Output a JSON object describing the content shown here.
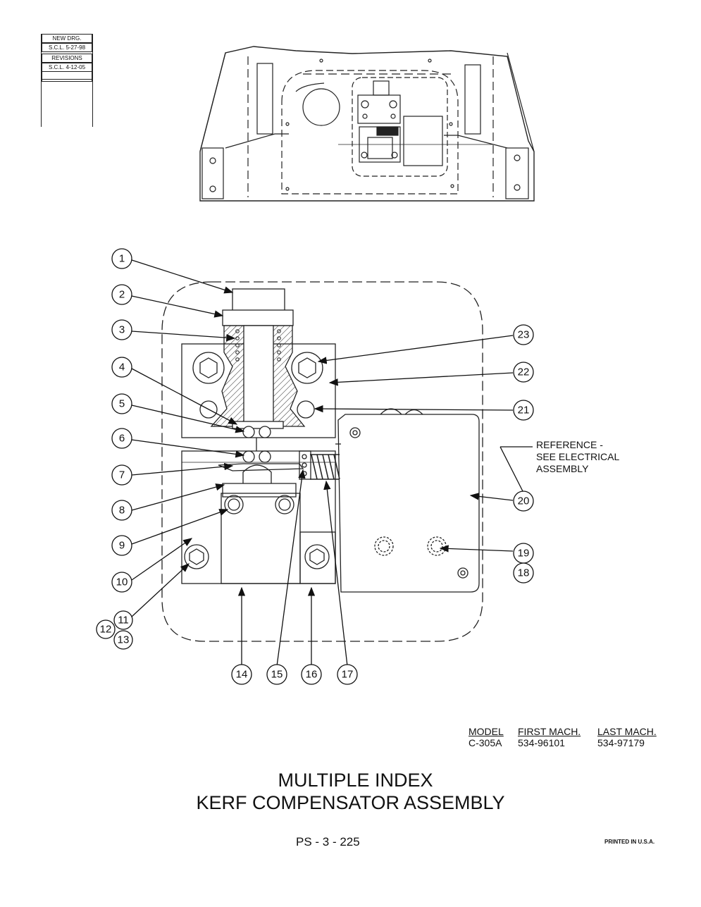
{
  "revision_block": {
    "new_drawing": "NEW DRG.",
    "new_drawing_date": "S.C.L. 5-27-98",
    "revisions_label": "REVISIONS",
    "revision_1": "S.C.L. 4-12-05"
  },
  "callouts": [
    "1",
    "2",
    "3",
    "4",
    "5",
    "6",
    "7",
    "8",
    "9",
    "10",
    "11",
    "12",
    "13",
    "14",
    "15",
    "16",
    "17",
    "18",
    "19",
    "20",
    "21",
    "22",
    "23"
  ],
  "reference_note": {
    "line1": "REFERENCE -",
    "line2": "SEE ELECTRICAL",
    "line3": "ASSEMBLY"
  },
  "model_table": {
    "headers": [
      "MODEL",
      "FIRST MACH.",
      "LAST MACH."
    ],
    "rows": [
      [
        "C-305A",
        "534-96101",
        "534-97179"
      ]
    ]
  },
  "title": {
    "line1": "MULTIPLE INDEX",
    "line2": "KERF COMPENSATOR ASSEMBLY"
  },
  "page_number": "PS - 3 - 225",
  "printed_in": "PRINTED IN U.S.A."
}
